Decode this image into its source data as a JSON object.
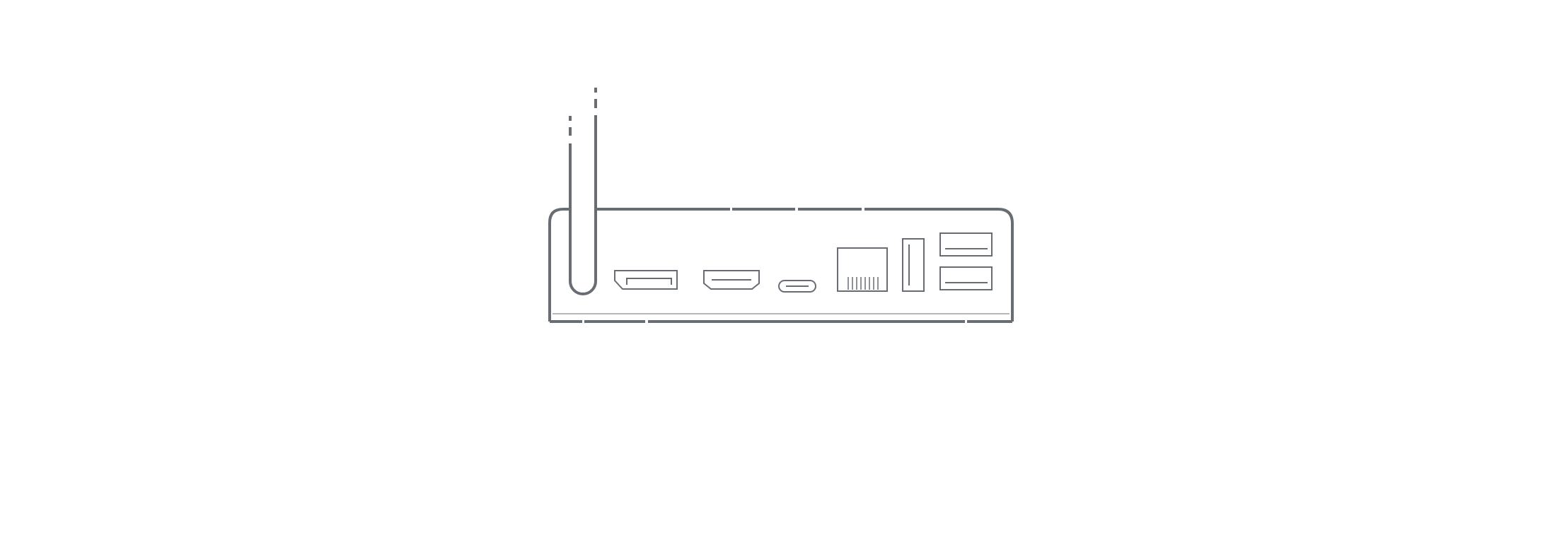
{
  "diagram": {
    "subject": "mini-pc-rear-panel",
    "colors": {
      "outline": "#686d74",
      "thin_line": "#9a9ea4",
      "background": "#ffffff"
    },
    "antennas": [
      {
        "name": "antenna-left"
      },
      {
        "name": "antenna-right"
      }
    ],
    "ports": [
      {
        "name": "displayport",
        "icon": "displayport-icon"
      },
      {
        "name": "hdmi",
        "icon": "hdmi-icon"
      },
      {
        "name": "usb-c",
        "icon": "usb-c-icon"
      },
      {
        "name": "ethernet",
        "icon": "ethernet-icon"
      },
      {
        "name": "usb-a-vertical",
        "icon": "usb-a-icon"
      },
      {
        "name": "usb-a-top",
        "icon": "usb-a-icon"
      },
      {
        "name": "usb-a-bottom",
        "icon": "usb-a-icon"
      }
    ]
  }
}
